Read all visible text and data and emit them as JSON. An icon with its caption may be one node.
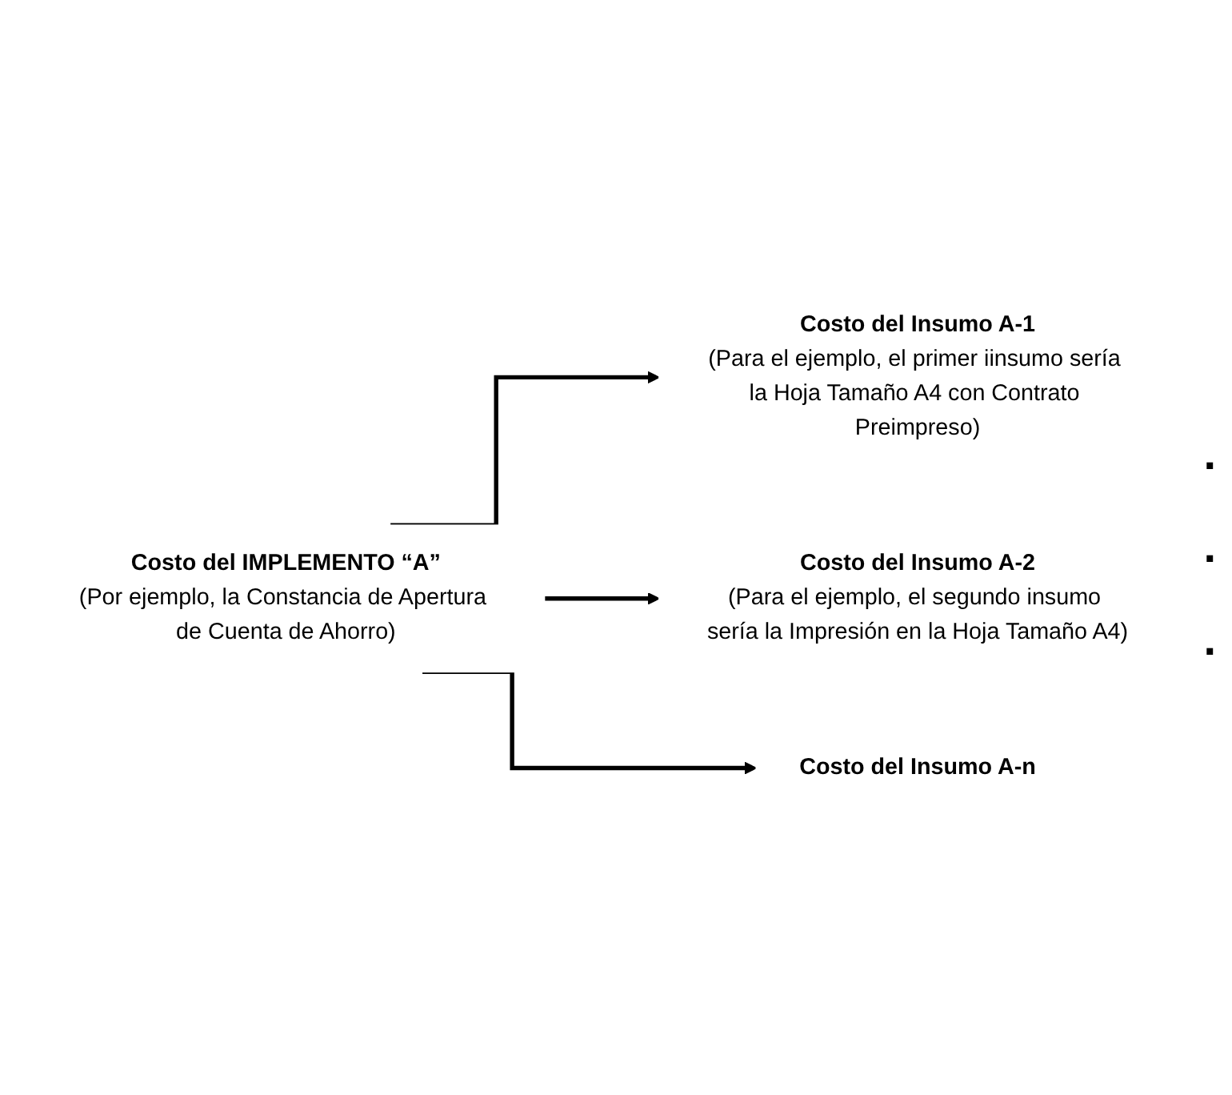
{
  "diagram": {
    "nodes": [
      {
        "text": [
          "Costo del IMPLEMENTO “A”",
          "(Por ejemplo, la Constancia de Apertura de Cuenta de Ahorro)"
        ]
      },
      {
        "text": [
          "Costo del Insumo A-1",
          "(Para el ejemplo, el primer iinsumo sería la Hoja Tamaño A4 con Contrato Preimpreso)"
        ]
      },
      {
        "text": [
          "Costo del Insumo A-2",
          "(Para el ejemplo, el segundo insumo sería la Impresión en la Hoja Tamaño A4)"
        ]
      },
      {
        "text": [
          "Costo del Insumo A-n"
        ]
      }
    ],
    "edges": [
      {
        "from": 0,
        "to": 1,
        "arrow": "to"
      },
      {
        "from": 0,
        "to": 2,
        "arrow": "to"
      },
      {
        "from": 0,
        "to": 3,
        "arrow": "to"
      }
    ],
    "labels": [
      ".",
      ".",
      "."
    ]
  }
}
